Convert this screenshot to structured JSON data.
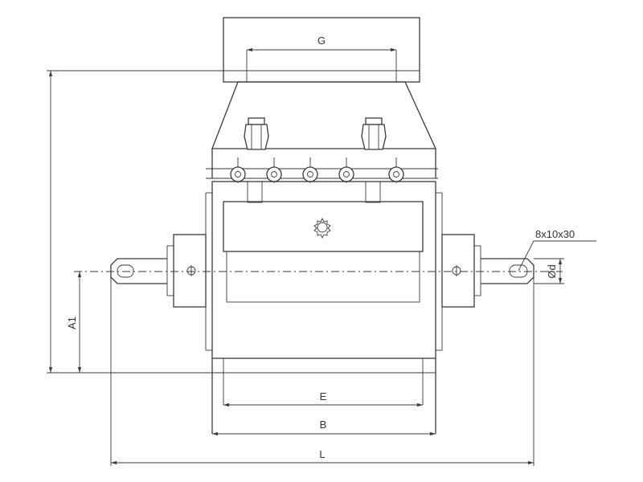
{
  "dimensions": {
    "G": "G",
    "E": "E",
    "B": "B",
    "L": "L",
    "A1": "A1",
    "d": "Ød"
  },
  "callouts": {
    "key": "8x10x30"
  }
}
